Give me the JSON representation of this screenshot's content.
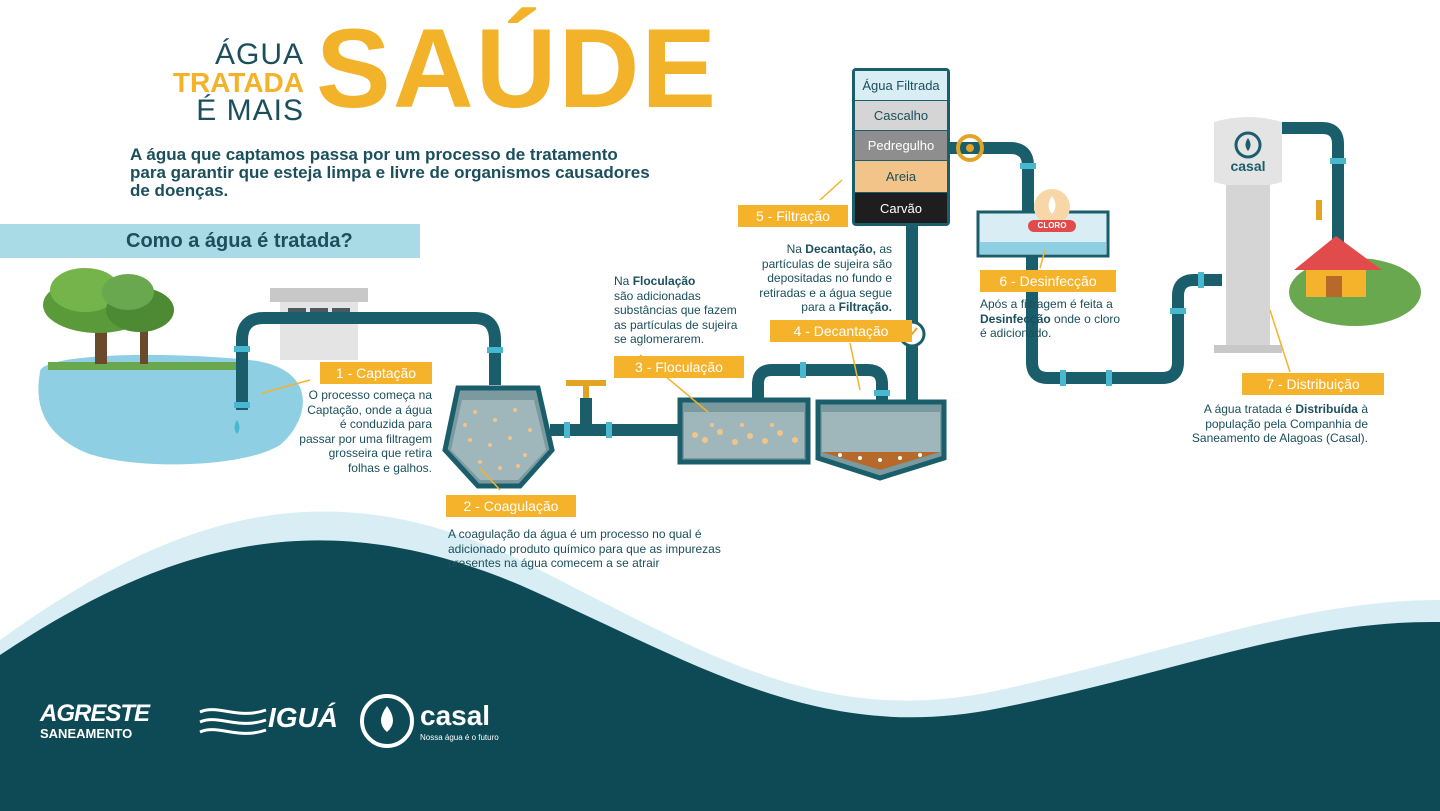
{
  "header": {
    "line1": "ÁGUA",
    "line2": "TRATADA",
    "line3": "É MAIS",
    "big": "SAÚDE"
  },
  "intro_lines": [
    "A água que captamos passa por um processo de tratamento",
    "para garantir que esteja limpa e livre de organismos causadores",
    "de doenças."
  ],
  "section_title": "Como a água é tratada?",
  "filter_layers": [
    "Água Filtrada",
    "Cascalho",
    "Pedregulho",
    "Areia",
    "Carvão"
  ],
  "tank_badge": "CLORO",
  "tower_brand": "casal",
  "steps": {
    "s1": {
      "label": "1 - Captação",
      "lines": [
        "O processo começa na",
        "Captação, onde a água",
        "é conduzida para",
        "passar por uma filtragem",
        "grosseira que retira",
        "folhas e galhos."
      ]
    },
    "s2": {
      "label": "2 - Coagulação",
      "lines": [
        "A coagulação da água é um processo no qual é",
        "adicionado produto químico para que as impurezas",
        "presentes na água comecem a se atrair"
      ]
    },
    "s3": {
      "label": "3 - Floculação",
      "pre": "Na ",
      "bold": "Floculação",
      "lines": [
        "são adicionadas",
        "substâncias que fazem",
        "as partículas de sujeira",
        "se aglomerarem."
      ]
    },
    "s4": {
      "label": "4 - Decantação",
      "l1a": "Na ",
      "l1b": "Decantação,",
      "l1c": " as",
      "lines": [
        "partículas de sujeira são",
        "depositadas no fundo e",
        "retiradas e a água segue"
      ],
      "last_a": "para a ",
      "last_b": "Filtração."
    },
    "s5": {
      "label": "5 - Filtração"
    },
    "s6": {
      "label": "6 - Desinfecção",
      "l1": "Após a filtragem é feita a",
      "l2b": "Desinfecção",
      "l2c": " onde o cloro",
      "l3": "é adicionado."
    },
    "s7": {
      "label": "7 - Distribuição",
      "l1a": "A água tratada é ",
      "l1b": "Distribuída",
      "l1c": " à",
      "l2": "população pela Companhia de",
      "l3": "Saneamento de Alagoas (Casal)."
    }
  },
  "footer": {
    "agreste_top": "AGRESTE",
    "agreste_bottom": "SANEAMENTO",
    "igua": "IGUÁ",
    "casal": "casal",
    "casal_tagline": "Nossa água é o futuro"
  },
  "colors": {
    "navy": "#0e4a55",
    "teal_pipe": "#1b5e6b",
    "pipe_joint": "#4ab7d1",
    "orange": "#f5b22b",
    "light_blue": "#a9dbe6",
    "lake": "#8fcfe3"
  }
}
